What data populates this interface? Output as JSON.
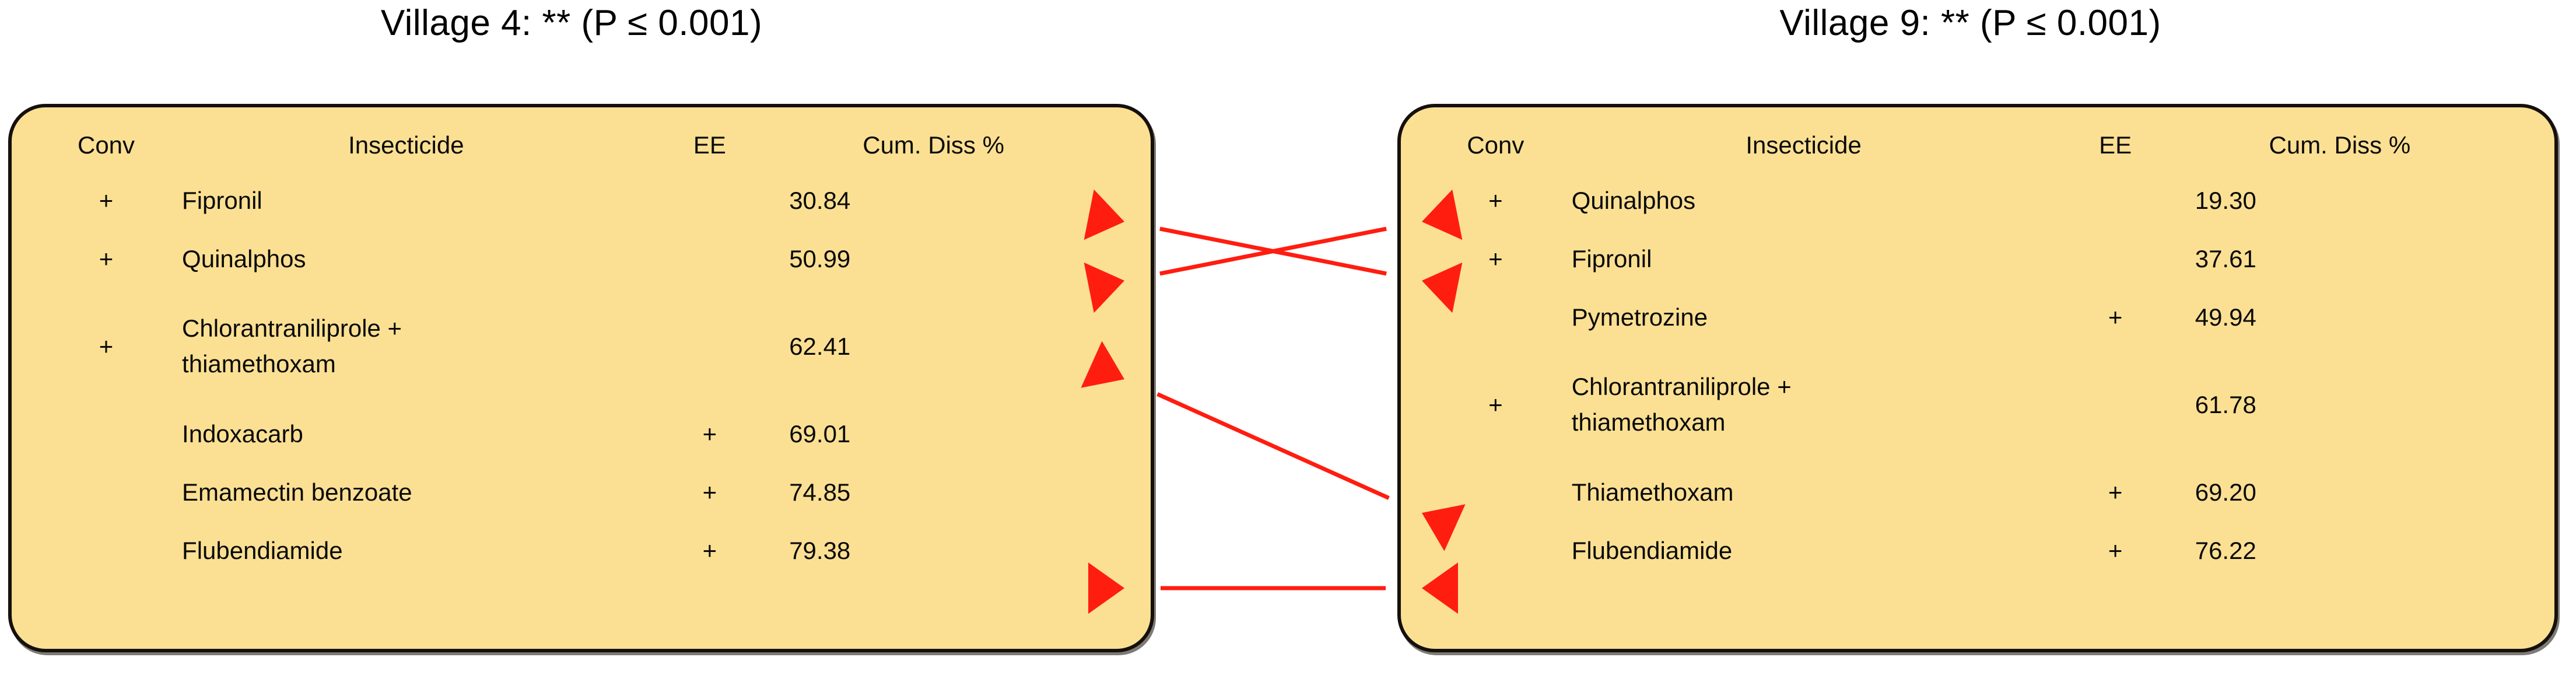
{
  "panels": [
    {
      "key": "village4",
      "title": "Village 4: ** (P ≤ 0.001)",
      "columns": [
        "Conv",
        "Insecticide",
        "EE",
        "Cum. Diss %"
      ],
      "rows": [
        {
          "conv": "+",
          "name": "Fipronil",
          "ee": "",
          "value": "30.84"
        },
        {
          "conv": "+",
          "name": "Quinalphos",
          "ee": "",
          "value": "50.99"
        },
        {
          "conv": "+",
          "name": "Chlorantraniliprole +\nthiamethoxam",
          "ee": "",
          "value": "62.41"
        },
        {
          "conv": "",
          "name": "Indoxacarb",
          "ee": "+",
          "value": "69.01"
        },
        {
          "conv": "",
          "name": "Emamectin benzoate",
          "ee": "+",
          "value": "74.85"
        },
        {
          "conv": "",
          "name": "Flubendiamide",
          "ee": "+",
          "value": "79.38"
        }
      ]
    },
    {
      "key": "village9",
      "title": "Village 9: ** (P ≤ 0.001)",
      "columns": [
        "Conv",
        "Insecticide",
        "EE",
        "Cum. Diss %"
      ],
      "rows": [
        {
          "conv": "+",
          "name": "Quinalphos",
          "ee": "",
          "value": "19.30"
        },
        {
          "conv": "+",
          "name": "Fipronil",
          "ee": "",
          "value": "37.61"
        },
        {
          "conv": "",
          "name": "Pymetrozine",
          "ee": "+",
          "value": "49.94"
        },
        {
          "conv": "+",
          "name": "Chlorantraniliprole +\nthiamethoxam",
          "ee": "",
          "value": "61.78"
        },
        {
          "conv": "",
          "name": "Thiamethoxam",
          "ee": "+",
          "value": "69.20"
        },
        {
          "conv": "",
          "name": "Flubendiamide",
          "ee": "+",
          "value": "76.22"
        }
      ]
    }
  ],
  "connectors": {
    "color": "#FF1D10",
    "links": [
      {
        "name": "fipronil-link",
        "left_row": "Fipronil",
        "right_row": "Fipronil",
        "heads": "both"
      },
      {
        "name": "quinalphos-link",
        "left_row": "Quinalphos",
        "right_row": "Quinalphos",
        "heads": "both"
      },
      {
        "name": "chlorantraniliprole-thiamethoxam-link",
        "left_row": "Chlorantraniliprole + thiamethoxam",
        "right_row": "Chlorantraniliprole + thiamethoxam",
        "heads": "both"
      },
      {
        "name": "emamectin-thiamethoxam-link",
        "left_row": "Emamectin benzoate",
        "right_row": "Thiamethoxam",
        "heads": "both"
      }
    ]
  },
  "colors": {
    "cell_fill": "#FBE093",
    "box_border": "#15100C",
    "grid": "#FFFFFF",
    "arrow": "#FF1D10",
    "text": "#0A0A0A",
    "background": "#FFFFFF"
  }
}
